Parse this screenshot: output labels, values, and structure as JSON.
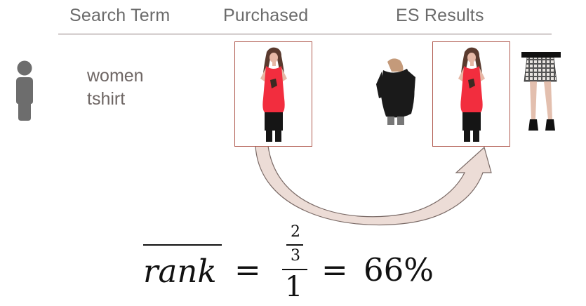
{
  "header": {
    "col_search": "Search Term",
    "col_purchased": "Purchased",
    "col_results": "ES Results"
  },
  "user": {
    "icon": "user-icon",
    "search_line1": "women",
    "search_line2": "tshirt"
  },
  "products": {
    "purchased": "red tank top",
    "results": [
      "black long-sleeve top",
      "red tank top",
      "plaid mini skirt"
    ]
  },
  "formula": {
    "lhs": "rank",
    "eq": "=",
    "num_top": "2",
    "num_bottom": "3",
    "den": "1",
    "result": "66%"
  },
  "colors": {
    "frame": "#b05a4f",
    "shirt": "#f22d3e",
    "arrow_fill": "#ecdcd6"
  }
}
